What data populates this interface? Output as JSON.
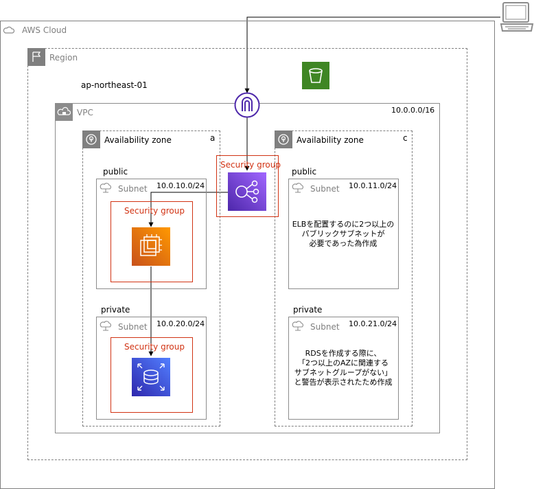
{
  "cloud": {
    "label": "AWS Cloud"
  },
  "region": {
    "label": "Region",
    "name": "ap-northeast-01"
  },
  "vpc": {
    "label": "VPC",
    "cidr": "10.0.0.0/16"
  },
  "az_a": {
    "label": "Availability zone",
    "suffix": "a"
  },
  "az_c": {
    "label": "Availability zone",
    "suffix": "c"
  },
  "subnets": {
    "public_a": {
      "tier": "public",
      "label": "Subnet",
      "cidr": "10.0.10.0/24"
    },
    "private_a": {
      "tier": "private",
      "label": "Subnet",
      "cidr": "10.0.20.0/24"
    },
    "public_c": {
      "tier": "public",
      "label": "Subnet",
      "cidr": "10.0.11.0/24"
    },
    "private_c": {
      "tier": "private",
      "label": "Subnet",
      "cidr": "10.0.21.0/24"
    }
  },
  "security_groups": {
    "elb": "Security group",
    "ec2": "Security group",
    "rds": "Security group"
  },
  "notes": {
    "public_c": [
      "ELBを配置するのに2つ以上の",
      "パブリックサブネットが",
      "必要であった為作成"
    ],
    "private_c": [
      "RDSを作成する際に、",
      "「2つ以上のAZに関連する",
      "サブネットグループがない」",
      "と警告が表示されたため作成"
    ]
  },
  "icons": {
    "client": "laptop-icon",
    "s3": "s3-bucket-icon",
    "igw": "internet-gateway-icon",
    "elb": "load-balancer-icon",
    "ec2": "ec2-instance-icon",
    "rds": "rds-database-icon"
  },
  "colors": {
    "s3": "#3f8624",
    "igw_stroke": "#4d27aa",
    "elb": "#5a30b5",
    "ec2": "#e8731a",
    "rds": "#3334b9",
    "security_group": "#d13212",
    "group_border": "#8c8c8c"
  }
}
